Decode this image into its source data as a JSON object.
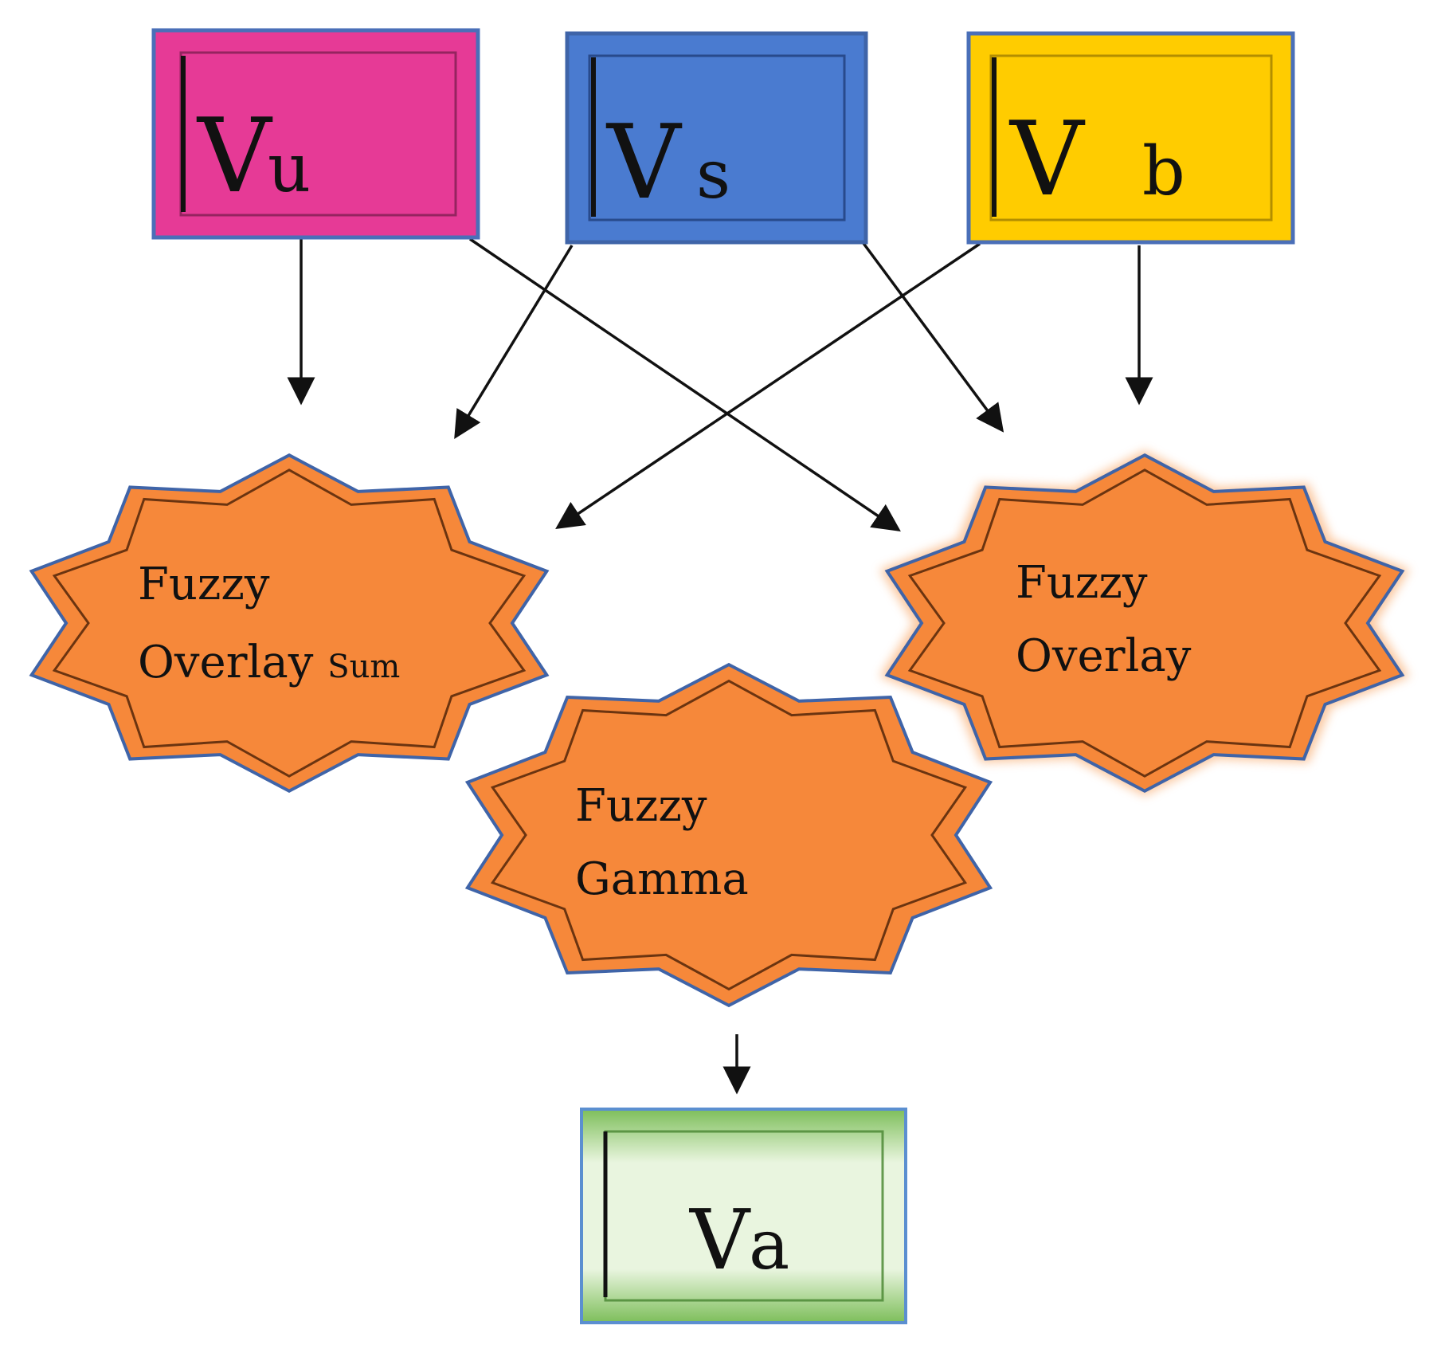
{
  "inputs": {
    "vu": {
      "main": "V",
      "sub": "u",
      "color": "#E63A96"
    },
    "vs": {
      "main": "V",
      "sub": "s",
      "color": "#4A7BD0"
    },
    "vb": {
      "main": "V",
      "sub": "b",
      "color": "#FFCC00"
    }
  },
  "operators": {
    "overlay_sum": {
      "line1": "Fuzzy",
      "line2": "Overlay",
      "line2_suffix": "Sum",
      "color": "#F6883A"
    },
    "overlay": {
      "line1": "Fuzzy",
      "line2": "Overlay",
      "color": "#F6883A"
    },
    "gamma": {
      "line1": "Fuzzy",
      "line2": "Gamma",
      "color": "#F6883A"
    }
  },
  "output": {
    "va": {
      "main": "V",
      "sub": "a",
      "color": "#A8D88A"
    }
  },
  "edges": [
    {
      "from": "Vu",
      "to": "Fuzzy Overlay Sum"
    },
    {
      "from": "Vu",
      "to": "Fuzzy Overlay"
    },
    {
      "from": "Vs",
      "to": "Fuzzy Overlay Sum"
    },
    {
      "from": "Vs",
      "to": "Fuzzy Overlay"
    },
    {
      "from": "Vb",
      "to": "Fuzzy Overlay Sum"
    },
    {
      "from": "Vb",
      "to": "Fuzzy Overlay"
    },
    {
      "from": "Fuzzy Gamma",
      "to": "Va"
    }
  ]
}
